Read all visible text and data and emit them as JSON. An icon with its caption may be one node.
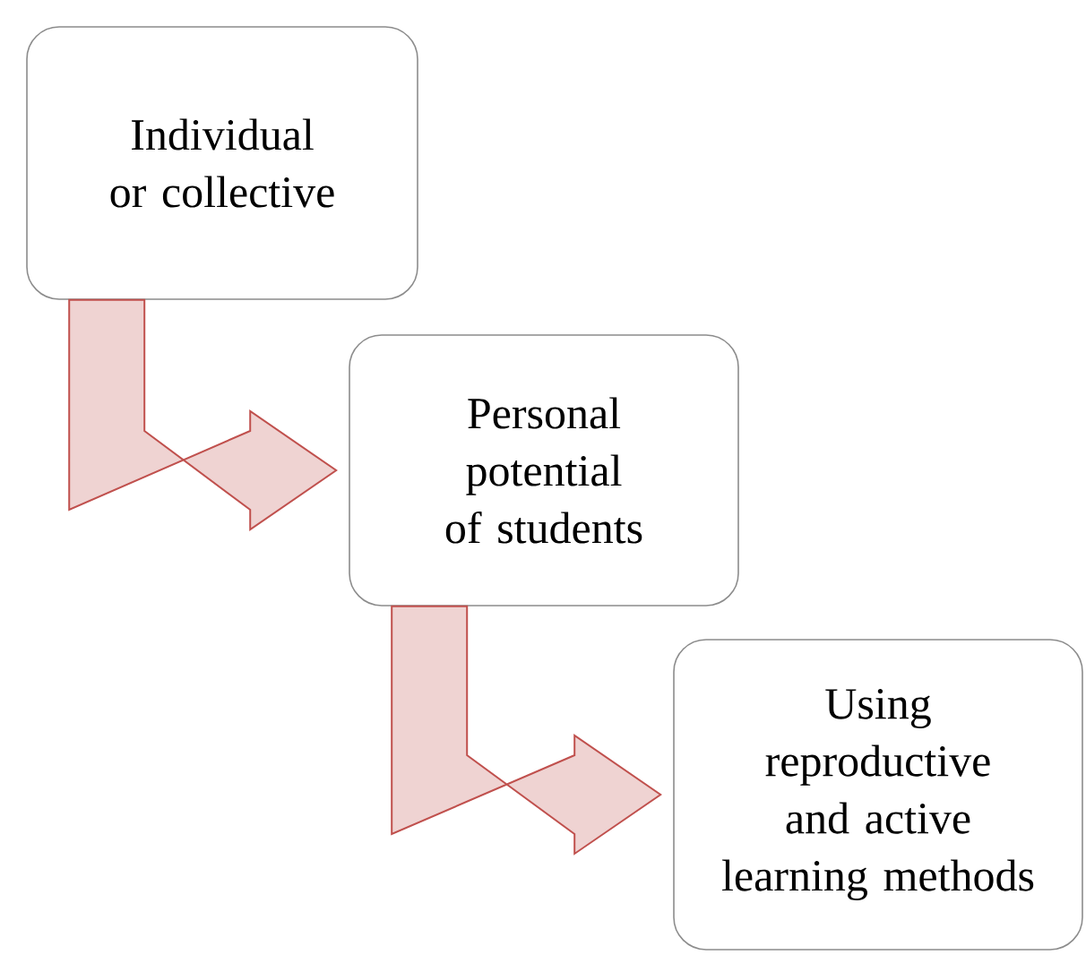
{
  "diagram": {
    "nodes": [
      {
        "text": [
          "Individual or collective"
        ]
      },
      {
        "text": [
          "Personal potential of students"
        ]
      },
      {
        "text": [
          "Using reproductive and active learning methods"
        ]
      }
    ],
    "edges": [
      {
        "from": 0,
        "to": 1,
        "arrow": "to"
      },
      {
        "from": 1,
        "to": 2,
        "arrow": "to"
      }
    ]
  }
}
